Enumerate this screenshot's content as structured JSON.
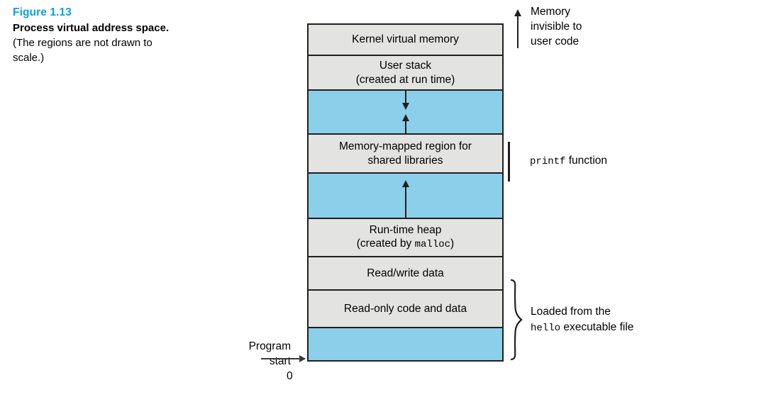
{
  "caption": {
    "figure_number": "Figure 1.13",
    "title": "Process virtual address space.",
    "note": "(The regions are not drawn to scale.)"
  },
  "colors": {
    "figure_number": "#0BA1DC",
    "region_gray": "#E3E3E1",
    "region_blue": "#8BCFEA",
    "stroke": "#231F20"
  },
  "diagram": {
    "regions": [
      {
        "id": "kernel-virtual-memory",
        "fill": "gray",
        "height": 44,
        "lines": [
          "Kernel virtual memory"
        ],
        "arrows": []
      },
      {
        "id": "user-stack",
        "fill": "gray",
        "height": 49,
        "lines": [
          "User stack",
          "(created at run time)"
        ],
        "arrows": []
      },
      {
        "id": "stack-growth-gap",
        "fill": "blue",
        "height": 62,
        "lines": [],
        "arrows": [
          "down",
          "up"
        ]
      },
      {
        "id": "memory-mapped-region",
        "fill": "gray",
        "height": 55,
        "lines": [
          "Memory-mapped region for",
          "shared libraries"
        ],
        "arrows": []
      },
      {
        "id": "heap-growth-gap",
        "fill": "blue",
        "height": 64,
        "lines": [],
        "arrows": [
          "up"
        ]
      },
      {
        "id": "run-time-heap",
        "fill": "gray",
        "height": 54,
        "lines": [
          "Run-time heap",
          "(created by malloc)"
        ],
        "arrows": []
      },
      {
        "id": "read-write-data",
        "fill": "gray",
        "height": 47,
        "lines": [
          "Read/write data"
        ],
        "arrows": []
      },
      {
        "id": "read-only-code-and-data",
        "fill": "gray",
        "height": 53,
        "lines": [
          "Read-only code and data"
        ],
        "arrows": []
      },
      {
        "id": "reserved-low-memory",
        "fill": "blue",
        "height": 45,
        "lines": [],
        "arrows": []
      }
    ]
  },
  "annotations": {
    "program_start": "Program\nstart",
    "program_start_line1": "Program",
    "program_start_line2": "start",
    "zero_address": "0",
    "memory_invisible_line1": "Memory",
    "memory_invisible_line2": "invisible to",
    "memory_invisible_line3": "user code",
    "printf_mono": "printf",
    "printf_rest": " function",
    "loaded_line1": "Loaded from the",
    "loaded_mono": "hello",
    "loaded_line2_rest": " executable file"
  }
}
